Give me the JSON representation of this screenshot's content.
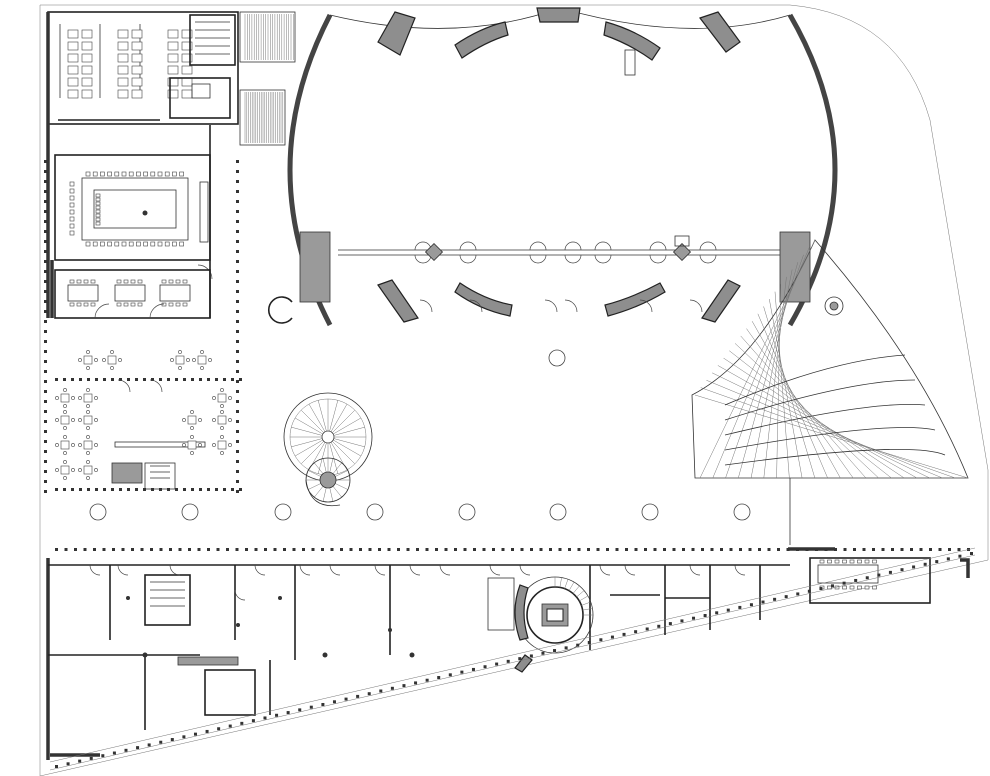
{
  "drawing": {
    "kind": "architectural floor plan",
    "colors": {
      "background": "#ffffff",
      "line": "#222222",
      "wall_fill": "#8e8e8e"
    },
    "elements": [
      "toilet-block",
      "conference-room",
      "meeting-room",
      "cafeteria",
      "oval-auditorium",
      "spiral-staircase",
      "raked-seating",
      "central-hall",
      "office-wing",
      "circular-stair-core",
      "boardroom",
      "entrance-colonnade",
      "hall-columns"
    ]
  }
}
